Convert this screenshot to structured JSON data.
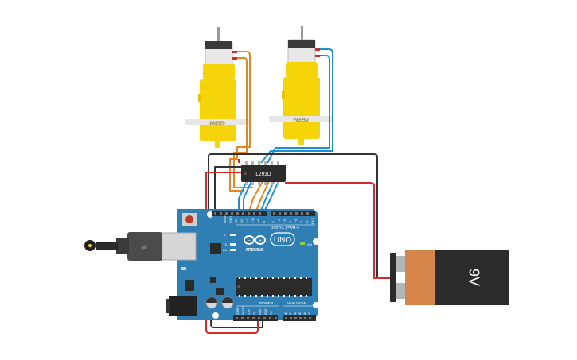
{
  "canvas": {
    "background": "#ffffff"
  },
  "colors": {
    "wire_red": "#d42a2a",
    "wire_dark": "#333333",
    "wire_blue": "#1f8fd1",
    "wire_orange": "#e9861c",
    "arduino_blue": "#2f7fb4",
    "motor_yellow": "#f5d40a",
    "battery_orange": "#d6864a",
    "battery_black": "#2b2b2b"
  },
  "motor_left": {
    "label": "6RPM"
  },
  "motor_right": {
    "label": "6RPM"
  },
  "driver": {
    "label": "L293D"
  },
  "arduino": {
    "model": "UNO",
    "brand": "ARDUINO",
    "digital_label": "DIGITAL (PWM~)",
    "power_label": "POWER",
    "analog_label": "ANALOG IN",
    "on_label": "ON",
    "led_l": "L",
    "led_tx": "TX",
    "led_rx": "RX",
    "aref": "AREF",
    "gnd": "GND",
    "ioref": "IOREF",
    "reset": "RESET",
    "v33": "3.3V",
    "v5": "5V",
    "vin": "Vin",
    "digital_pins": [
      "13",
      "12",
      "~11",
      "~10",
      "~9",
      "8",
      "7",
      "~6",
      "~5",
      "4",
      "~3",
      "2",
      "TX 1",
      "RX 0"
    ],
    "analog_pins": [
      "A0",
      "A1",
      "A2",
      "A3",
      "A4",
      "A5"
    ]
  },
  "battery": {
    "label": "9V"
  }
}
